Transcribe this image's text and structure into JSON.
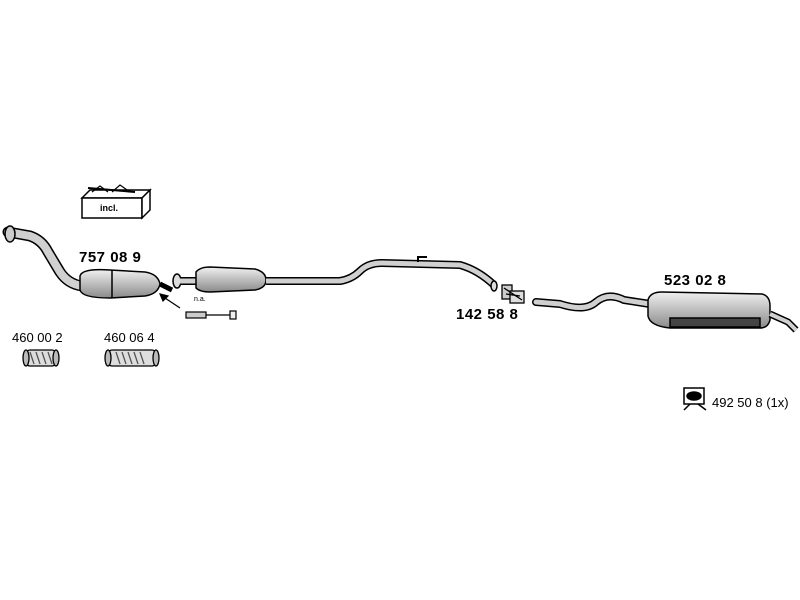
{
  "parts": {
    "catalyst_label": "757 08 9",
    "kit_label": "incl.",
    "sensor_label": "n.a.",
    "clamp_label": "142 58 8",
    "rear_muffler_label": "523 02 8",
    "flex_a_label": "460 00 2",
    "flex_b_label": "460 06 4",
    "mount_label": "492 50 8 (1x)"
  },
  "colors": {
    "line": "#000000",
    "fill": "#c8c8c8",
    "dark": "#555555"
  }
}
